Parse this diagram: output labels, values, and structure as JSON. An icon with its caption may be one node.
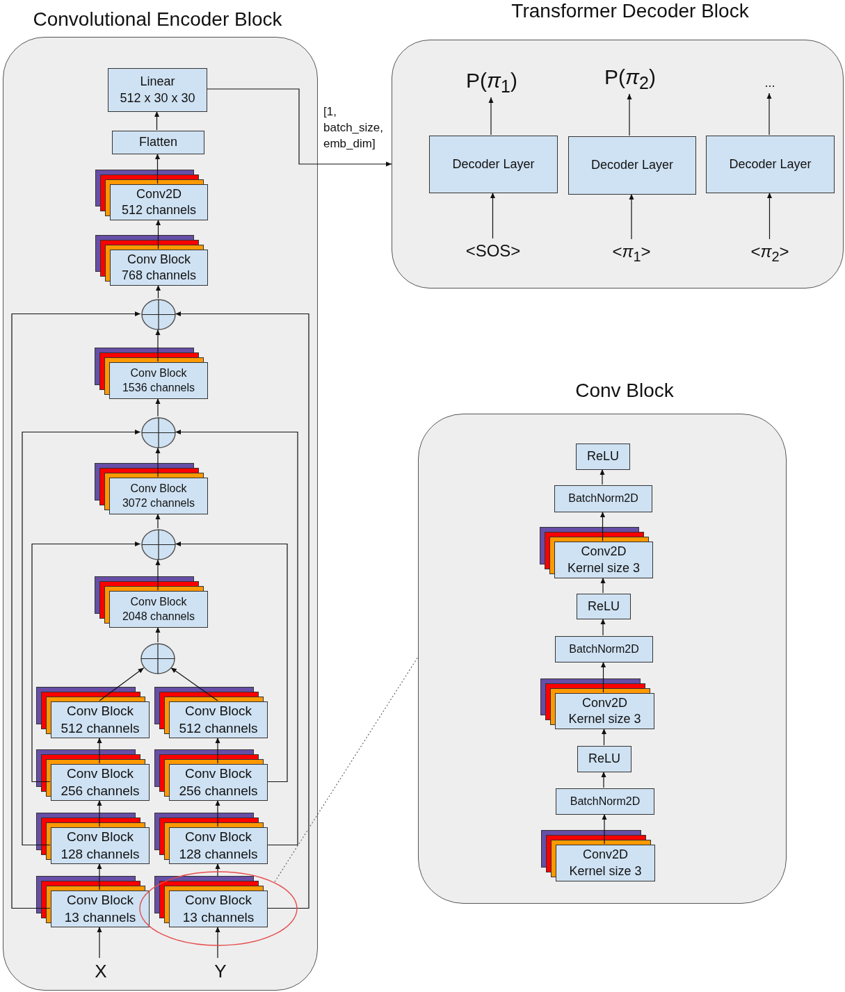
{
  "diagram": {
    "nodes": [
      {
        "text": [
          "Convolutional Encoder Block"
        ]
      },
      {
        "text": [
          "Linear",
          "512 x 30 x 30"
        ],
        "in": 0
      },
      {
        "text": [
          "Flatten"
        ],
        "in": 0
      },
      {
        "text": [
          "Conv2D",
          "512 channels"
        ],
        "in": 0
      },
      {
        "text": [
          "Conv Block",
          "768 channels"
        ],
        "in": 0
      },
      {
        "text": [],
        "shape": "circle",
        "in": 0
      },
      {
        "text": [
          "Conv Block",
          "1536 channels"
        ],
        "in": 0
      },
      {
        "text": [],
        "shape": "circle",
        "in": 0
      },
      {
        "text": [
          "Conv Block",
          "3072 channels"
        ],
        "in": 0
      },
      {
        "text": [],
        "shape": "circle",
        "in": 0
      },
      {
        "text": [
          "Conv Block",
          "2048 channels"
        ],
        "in": 0
      },
      {
        "text": [],
        "shape": "circle",
        "in": 0
      },
      {
        "text": [
          "Conv Block",
          "512 channels"
        ],
        "in": 0
      },
      {
        "text": [
          "Conv Block",
          "512 channels"
        ],
        "in": 0
      },
      {
        "text": [
          "Conv Block",
          "256 channels"
        ],
        "in": 0
      },
      {
        "text": [
          "Conv Block",
          "256 channels"
        ],
        "in": 0
      },
      {
        "text": [
          "Conv Block",
          "128 channels"
        ],
        "in": 0
      },
      {
        "text": [
          "Conv Block",
          "128 channels"
        ],
        "in": 0
      },
      {
        "text": [
          "Conv Block",
          "13 channels"
        ],
        "in": 0
      },
      {
        "text": [],
        "shape": "ellipse",
        "in": 0
      },
      {
        "text": [
          "Conv Block",
          "13 channels"
        ],
        "in": 19
      },
      {
        "text": [
          "X"
        ],
        "in": 0
      },
      {
        "text": [
          "Y"
        ],
        "in": 0
      },
      {
        "text": [
          "Transformer Decoder Block"
        ]
      },
      {
        "text": [
          "P(*π*$_{1}$)"
        ],
        "in": 23
      },
      {
        "text": [
          "P(*π*$_{2}$)"
        ],
        "in": 23
      },
      {
        "text": [
          "..."
        ],
        "in": 23
      },
      {
        "text": [
          "Decoder Layer"
        ],
        "in": 23
      },
      {
        "text": [
          "Decoder Layer"
        ],
        "in": 23
      },
      {
        "text": [
          "Decoder Layer"
        ],
        "in": 23
      },
      {
        "text": [
          "<SOS>"
        ],
        "in": 23
      },
      {
        "text": [
          "<*π*$_{1}$>"
        ],
        "in": 23
      },
      {
        "text": [
          "<*π*$_{2}$>"
        ],
        "in": 23
      },
      {
        "text": [
          "Conv Block"
        ]
      },
      {
        "text": [
          "ReLU"
        ],
        "in": 33
      },
      {
        "text": [
          "BatchNorm2D"
        ],
        "in": 33
      },
      {
        "text": [
          "Conv2D",
          "Kernel size 3"
        ],
        "in": 33
      },
      {
        "text": [
          "ReLU"
        ],
        "in": 33
      },
      {
        "text": [
          "BatchNorm2D"
        ],
        "in": 33
      },
      {
        "text": [
          "Conv2D",
          "Kernel size 3"
        ],
        "in": 33
      },
      {
        "text": [
          "ReLU"
        ],
        "in": 33
      },
      {
        "text": [
          "BatchNorm2D"
        ],
        "in": 33
      },
      {
        "text": [
          "Conv2D",
          "Kernel size 3"
        ],
        "in": 33
      }
    ],
    "edges": [
      {
        "from": 21,
        "to": 18,
        "arrow": "to"
      },
      {
        "from": 18,
        "to": 16,
        "arrow": "to"
      },
      {
        "from": 16,
        "to": 14,
        "arrow": "to"
      },
      {
        "from": 14,
        "to": 12,
        "arrow": "to"
      },
      {
        "from": 12,
        "to": 11,
        "arrow": "to"
      },
      {
        "from": 22,
        "to": 20,
        "arrow": "to"
      },
      {
        "from": 20,
        "to": 17,
        "arrow": "to"
      },
      {
        "from": 17,
        "to": 15,
        "arrow": "to"
      },
      {
        "from": 15,
        "to": 13,
        "arrow": "to"
      },
      {
        "from": 13,
        "to": 11,
        "arrow": "to"
      },
      {
        "from": 11,
        "to": 10,
        "arrow": "to"
      },
      {
        "from": 10,
        "to": 9,
        "arrow": "to"
      },
      {
        "from": 9,
        "to": 8,
        "arrow": "to"
      },
      {
        "from": 8,
        "to": 7,
        "arrow": "to"
      },
      {
        "from": 7,
        "to": 6,
        "arrow": "to"
      },
      {
        "from": 6,
        "to": 5,
        "arrow": "to"
      },
      {
        "from": 5,
        "to": 4,
        "arrow": "to"
      },
      {
        "from": 4,
        "to": 3,
        "arrow": "to"
      },
      {
        "from": 3,
        "to": 2,
        "arrow": "to"
      },
      {
        "from": 2,
        "to": 1,
        "arrow": "to"
      },
      {
        "from": 1,
        "to": 23,
        "arrow": "to",
        "label": "[1, batch_size, emb_dim]"
      },
      {
        "from": 18,
        "to": 5,
        "arrow": "to"
      },
      {
        "from": 20,
        "to": 5,
        "arrow": "to"
      },
      {
        "from": 16,
        "to": 7,
        "arrow": "to"
      },
      {
        "from": 17,
        "to": 7,
        "arrow": "to"
      },
      {
        "from": 14,
        "to": 9,
        "arrow": "to"
      },
      {
        "from": 15,
        "to": 9,
        "arrow": "to"
      },
      {
        "from": 19,
        "to": 33,
        "arrow": "none",
        "style": "dashed",
        "color": "#666666"
      },
      {
        "from": 30,
        "to": 27,
        "arrow": "to"
      },
      {
        "from": 27,
        "to": 24,
        "arrow": "to"
      },
      {
        "from": 31,
        "to": 28,
        "arrow": "to"
      },
      {
        "from": 28,
        "to": 25,
        "arrow": "to"
      },
      {
        "from": 32,
        "to": 29,
        "arrow": "to"
      },
      {
        "from": 29,
        "to": 26,
        "arrow": "to"
      },
      {
        "from": 42,
        "to": 41,
        "arrow": "to"
      },
      {
        "from": 41,
        "to": 40,
        "arrow": "to"
      },
      {
        "from": 40,
        "to": 39,
        "arrow": "to"
      },
      {
        "from": 39,
        "to": 38,
        "arrow": "to"
      },
      {
        "from": 38,
        "to": 37,
        "arrow": "to"
      },
      {
        "from": 37,
        "to": 36,
        "arrow": "to"
      },
      {
        "from": 36,
        "to": 35,
        "arrow": "to"
      },
      {
        "from": 35,
        "to": 34,
        "arrow": "to"
      }
    ]
  }
}
